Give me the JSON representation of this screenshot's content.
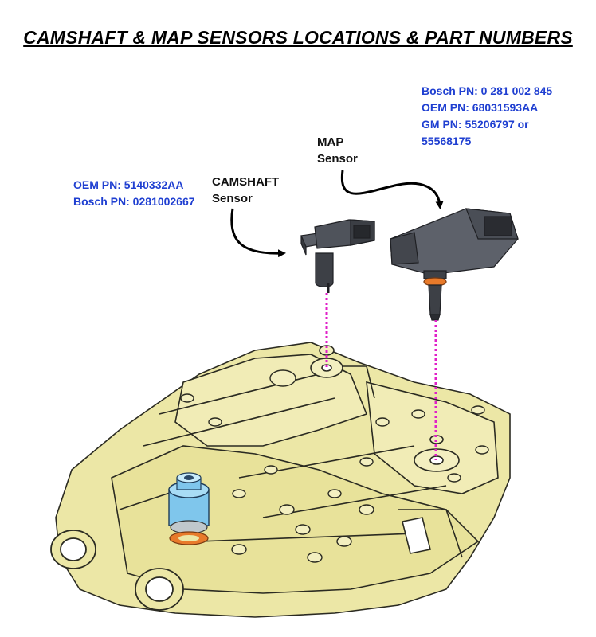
{
  "title": "CAMSHAFT & MAP SENSORS LOCATIONS & PART NUMBERS",
  "map_sensor": {
    "label_line1": "MAP",
    "label_line2": "Sensor",
    "part_numbers": [
      "Bosch PN: 0 281 002 845",
      "OEM PN: 68031593AA",
      "GM PN: 55206797 or",
      "55568175"
    ]
  },
  "camshaft_sensor": {
    "label_line1": "CAMSHAFT",
    "label_line2": "Sensor",
    "part_numbers": [
      "OEM PN: 5140332AA",
      "Bosch PN: 0281002667"
    ]
  },
  "colors": {
    "part_number_text": "#1f3fd1",
    "engine_body": "#ece7a6",
    "leader_line": "#e020c8",
    "sensor_body": "#4a4e56",
    "o_ring": "#e87a2a",
    "adapter_fitting": "#7fc6ec"
  }
}
